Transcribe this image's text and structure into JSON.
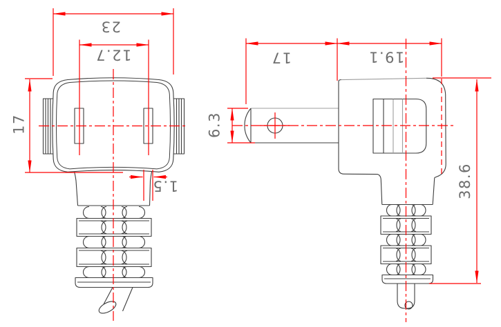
{
  "drawing": {
    "front_view": {
      "dim_overall_width": "23",
      "dim_blade_spacing": "12.7",
      "dim_body_height": "17",
      "dim_slot_width": "1.5"
    },
    "side_view": {
      "dim_blade_length": "17",
      "dim_body_depth": "19.1",
      "dim_blade_height": "6.3",
      "dim_overall_height": "38.6"
    },
    "colors": {
      "dimension_red": "#fe0000",
      "line_ink": "#3c3c3c",
      "line_gray": "#9d9d9d",
      "text_gray": "#6e6e6e",
      "background": "#ffffff"
    }
  }
}
